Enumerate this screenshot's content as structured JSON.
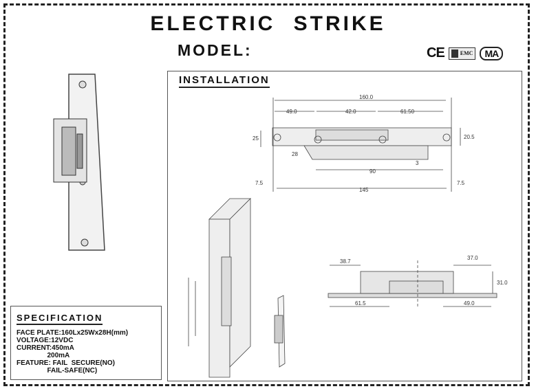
{
  "header": {
    "title": "ELECTRIC STRIKE",
    "model_label": "MODEL:"
  },
  "certifications": {
    "ce": "CE",
    "emc": "EMC",
    "ma": "MA"
  },
  "specification": {
    "heading": "SPECIFICATION",
    "lines": [
      "FACE PLATE:160Lx25Wx28H(mm)",
      "VOLTAGE:12VDC",
      "CURRENT:450mA",
      "                200mA",
      "FEATURE: FAIL  SECURE(NO)",
      "                FAIL-SAFE(NC)"
    ]
  },
  "installation": {
    "heading": "INSTALLATION",
    "top_view": {
      "total": "160.0",
      "left": "49.0",
      "mid": "42.0",
      "right": "61.50",
      "height": "25",
      "right_height": "20.5",
      "depth": "28",
      "thickness": "3",
      "keeper": "90",
      "hole_span": "145",
      "margin_left": "7.5",
      "margin_right": "7.5"
    },
    "side_view": {
      "left_top": "38.7",
      "right_top": "37.0",
      "height": "31.0",
      "left_bottom": "61.5",
      "right_bottom": "49.0"
    }
  }
}
